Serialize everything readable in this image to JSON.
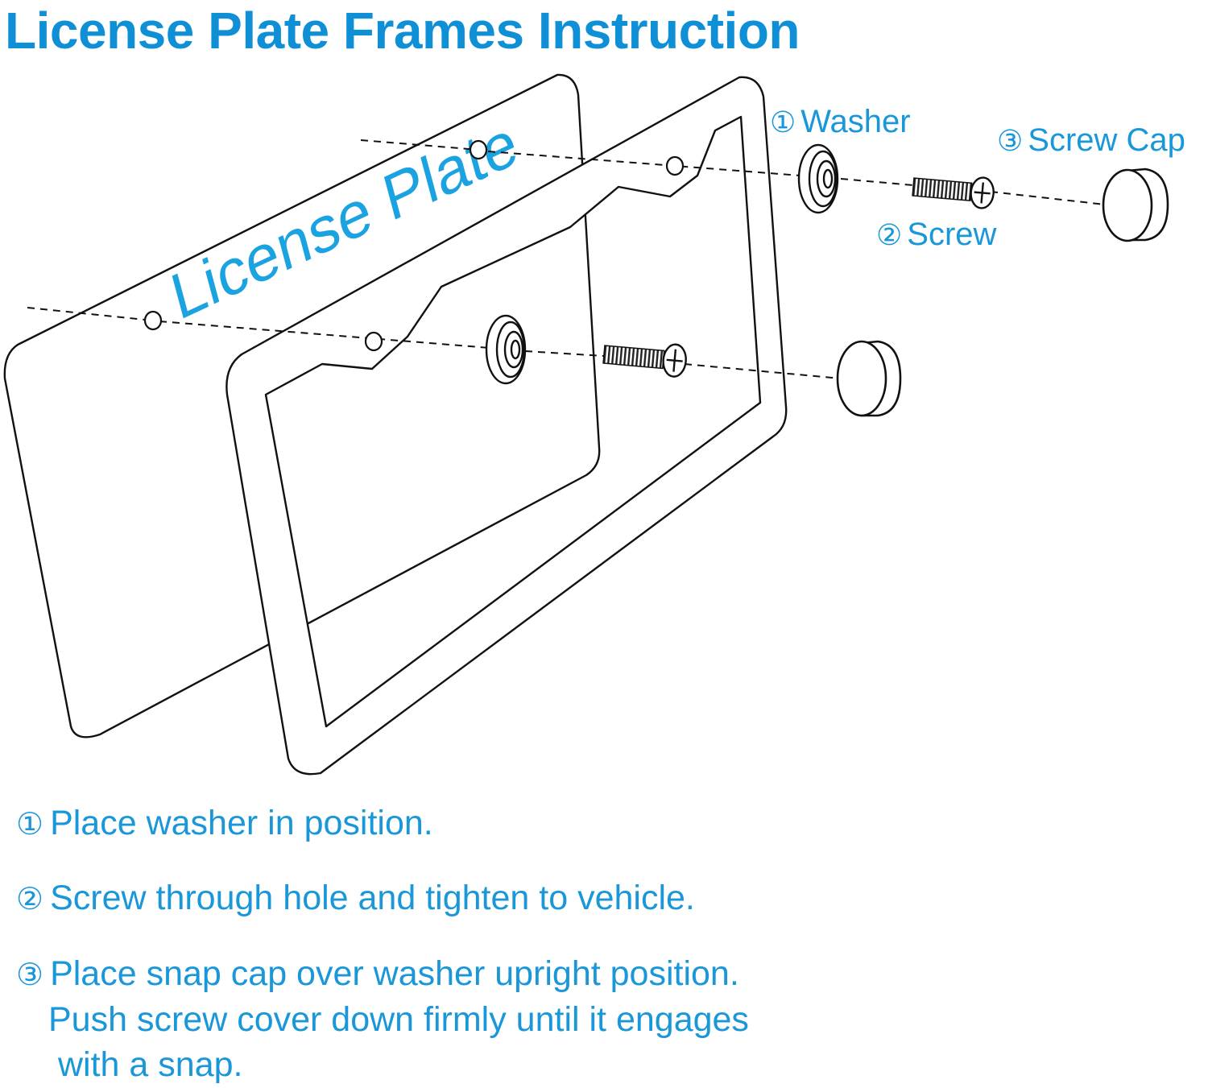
{
  "title": "License Plate Frames Instruction",
  "plate_label": "License Plate",
  "parts": [
    {
      "num": "①",
      "label": "Washer"
    },
    {
      "num": "②",
      "label": "Screw"
    },
    {
      "num": "③",
      "label": "Screw Cap"
    }
  ],
  "steps": [
    {
      "num": "①",
      "lines": [
        "Place washer in position."
      ]
    },
    {
      "num": "②",
      "lines": [
        "Screw through hole and tighten to vehicle."
      ]
    },
    {
      "num": "③",
      "lines": [
        "Place snap cap over washer upright position.",
        "Push screw cover down firmly until it engages",
        "with a snap."
      ]
    }
  ],
  "colors": {
    "accent": "#1a97d9",
    "title": "#0f8fd6",
    "line": "#111111"
  },
  "icons": [
    "license-plate-icon",
    "frame-icon",
    "washer-icon",
    "screw-icon",
    "screw-cap-icon"
  ]
}
